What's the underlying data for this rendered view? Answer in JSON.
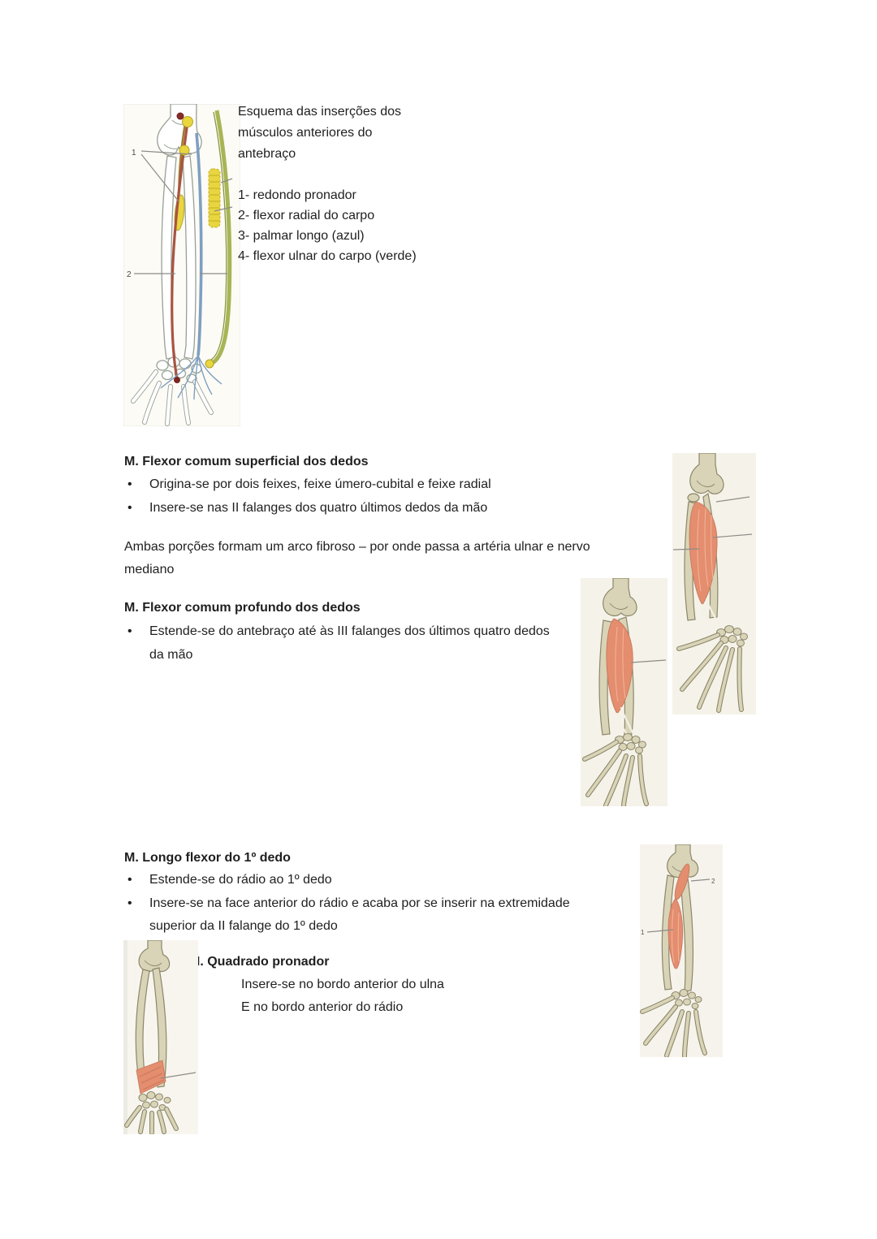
{
  "ui": {
    "bullet": "•"
  },
  "colors": {
    "text": "#1f1f1f",
    "muscle_salmon": "#e48d6f",
    "bone_tan": "#d9d4b8",
    "diagram_red": "#a85441",
    "diagram_blue": "#7f9fc0",
    "diagram_green": "#a9b455",
    "diagram_yellow": "#e9d53f"
  },
  "content": {
    "fig1_caption": [
      "Esquema das inserções dos",
      "músculos anteriores do",
      "antebraço"
    ],
    "fig1_legend": [
      "1- redondo pronador",
      "2- flexor radial do carpo",
      "3- palmar longo (azul)",
      "4- flexor ulnar do carpo (verde)"
    ],
    "s1_heading": "M. Flexor comum superficial dos dedos",
    "s1_b1": "Origina-se por dois feixes, feixe úmero-cubital e feixe radial",
    "s1_b2": "Insere-se nas II falanges dos quatro últimos dedos da mão",
    "para1": [
      "Ambas porções formam um arco fibroso – por onde passa a artéria ulnar e nervo",
      "mediano"
    ],
    "s2_heading": "M. Flexor comum profundo dos dedos",
    "s2_b1": [
      "Estende-se do antebraço até às III falanges dos últimos quatro dedos",
      "da mão"
    ],
    "s3_heading": "M. Longo flexor do 1º dedo",
    "s3_b1": "Estende-se do rádio ao 1º dedo",
    "s3_b2": [
      "Insere-se na face anterior do rádio e acaba por se inserir na extremidade",
      "superior da II falange do 1º dedo"
    ],
    "s4_heading": "M. Quadrado pronador",
    "s4_b1": "Insere-se no bordo anterior do ulna",
    "s4_b2": "E no bordo anterior do rádio"
  },
  "figures": {
    "insertion_diagram": {
      "label_1": "1",
      "label_2": "2"
    },
    "longo_flexor": {
      "label_1": "1",
      "label_2": "2"
    }
  }
}
